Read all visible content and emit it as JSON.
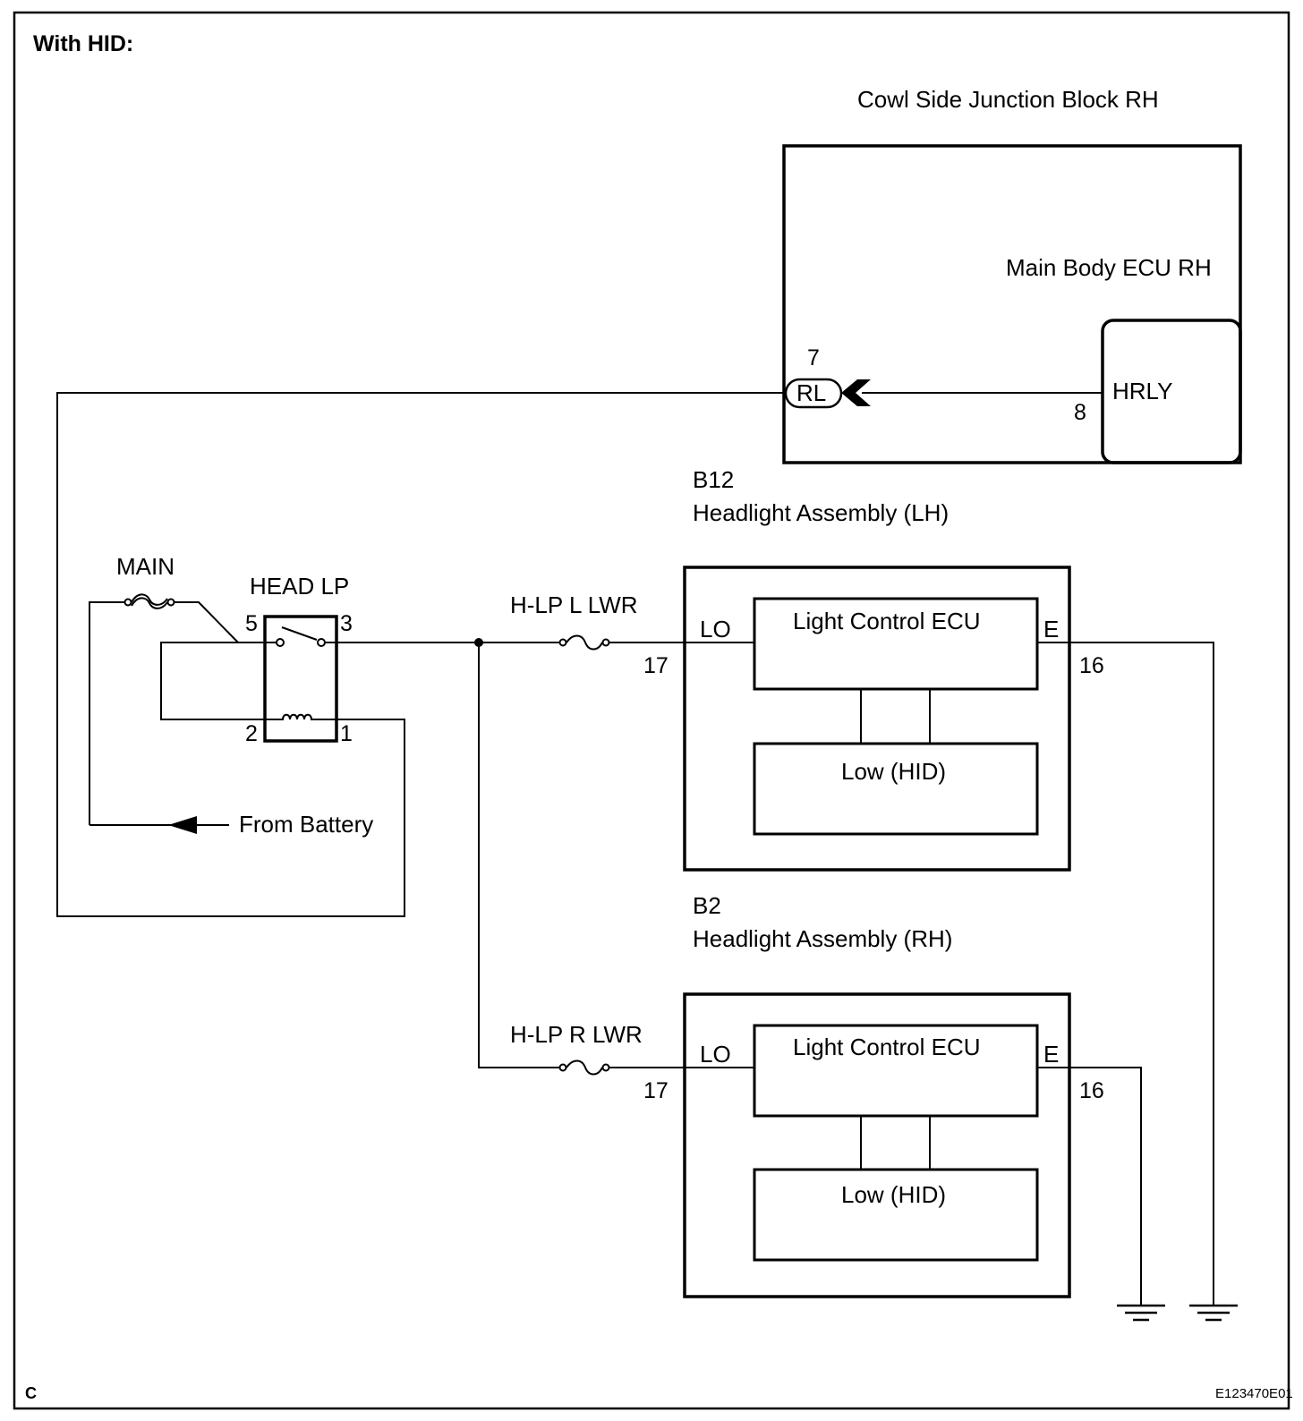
{
  "header": {
    "title": "With HID:"
  },
  "footer": {
    "left_code": "C",
    "right_code": "E123470E01"
  },
  "junction_block": {
    "label": "Cowl Side Junction Block RH",
    "ecu_label": "Main Body ECU RH",
    "relay_label": "HRLY",
    "connector_label": "RL",
    "pin_rl": "7",
    "pin_hrly": "8"
  },
  "fuses": {
    "main": "MAIN",
    "lh": "H-LP L LWR",
    "rh": "H-LP R LWR"
  },
  "relay": {
    "label": "HEAD LP",
    "pin5": "5",
    "pin3": "3",
    "pin2": "2",
    "pin1": "1"
  },
  "battery": {
    "label": "From Battery"
  },
  "headlight_lh": {
    "code": "B12",
    "name": "Headlight Assembly (LH)",
    "ecu": "Light Control ECU",
    "lamp": "Low (HID)",
    "term_lo": "LO",
    "term_e": "E",
    "pin_lo": "17",
    "pin_e": "16"
  },
  "headlight_rh": {
    "code": "B2",
    "name": "Headlight Assembly (RH)",
    "ecu": "Light Control ECU",
    "lamp": "Low (HID)",
    "term_lo": "LO",
    "term_e": "E",
    "pin_lo": "17",
    "pin_e": "16"
  },
  "colors": {
    "line": "#000000",
    "background": "#ffffff"
  }
}
